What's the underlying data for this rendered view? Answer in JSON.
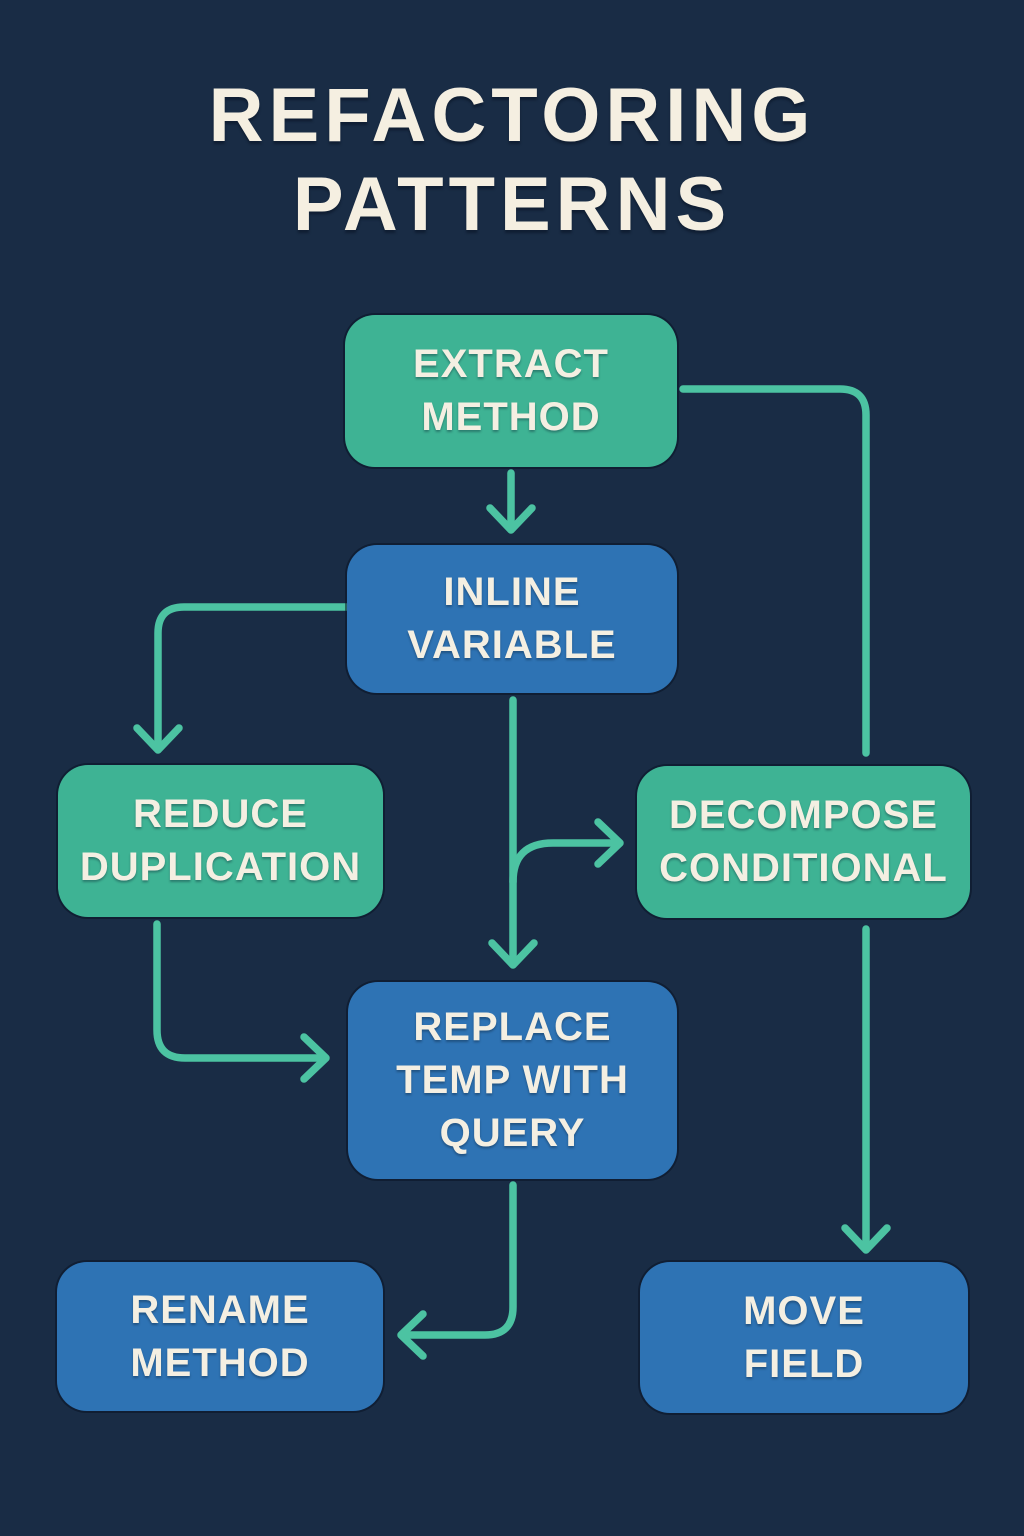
{
  "diagram_type": "flowchart",
  "title": {
    "line1": "REFACTORING",
    "line2": "PATTERNS",
    "full": "REFACTORING PATTERNS"
  },
  "colors": {
    "background": "#192c45",
    "teal_box": "#3eb394",
    "blue_box": "#2e73b4",
    "arrow": "#4cc3a2",
    "box_text": "#f4efe2",
    "title_text": "#f5efe1"
  },
  "nodes": [
    {
      "id": "extract-method",
      "label": "EXTRACT\nMETHOD",
      "color": "teal"
    },
    {
      "id": "inline-variable",
      "label": "INLINE\nVARIABLE",
      "color": "blue"
    },
    {
      "id": "reduce-duplication",
      "label": "REDUCE\nDUPLICATION",
      "color": "teal"
    },
    {
      "id": "decompose-conditional",
      "label": "DECOMPOSE\nCONDITIONAL",
      "color": "teal"
    },
    {
      "id": "replace-temp-with-query",
      "label": "REPLACE\nTEMP WITH\nQUERY",
      "color": "blue"
    },
    {
      "id": "rename-method",
      "label": "RENAME\nMETHOD",
      "color": "blue"
    },
    {
      "id": "move-field",
      "label": "MOVE\nFIELD",
      "color": "blue"
    }
  ],
  "edges": [
    {
      "from": "EXTRACT METHOD",
      "to": "INLINE VARIABLE"
    },
    {
      "from": "EXTRACT METHOD",
      "to": "MOVE FIELD"
    },
    {
      "from": "INLINE VARIABLE",
      "to": "REDUCE DUPLICATION"
    },
    {
      "from": "INLINE VARIABLE",
      "to": "DECOMPOSE CONDITIONAL"
    },
    {
      "from": "INLINE VARIABLE",
      "to": "REPLACE TEMP WITH QUERY"
    },
    {
      "from": "REDUCE DUPLICATION",
      "to": "REPLACE TEMP WITH QUERY"
    },
    {
      "from": "REPLACE TEMP WITH QUERY",
      "to": "RENAME METHOD"
    }
  ]
}
